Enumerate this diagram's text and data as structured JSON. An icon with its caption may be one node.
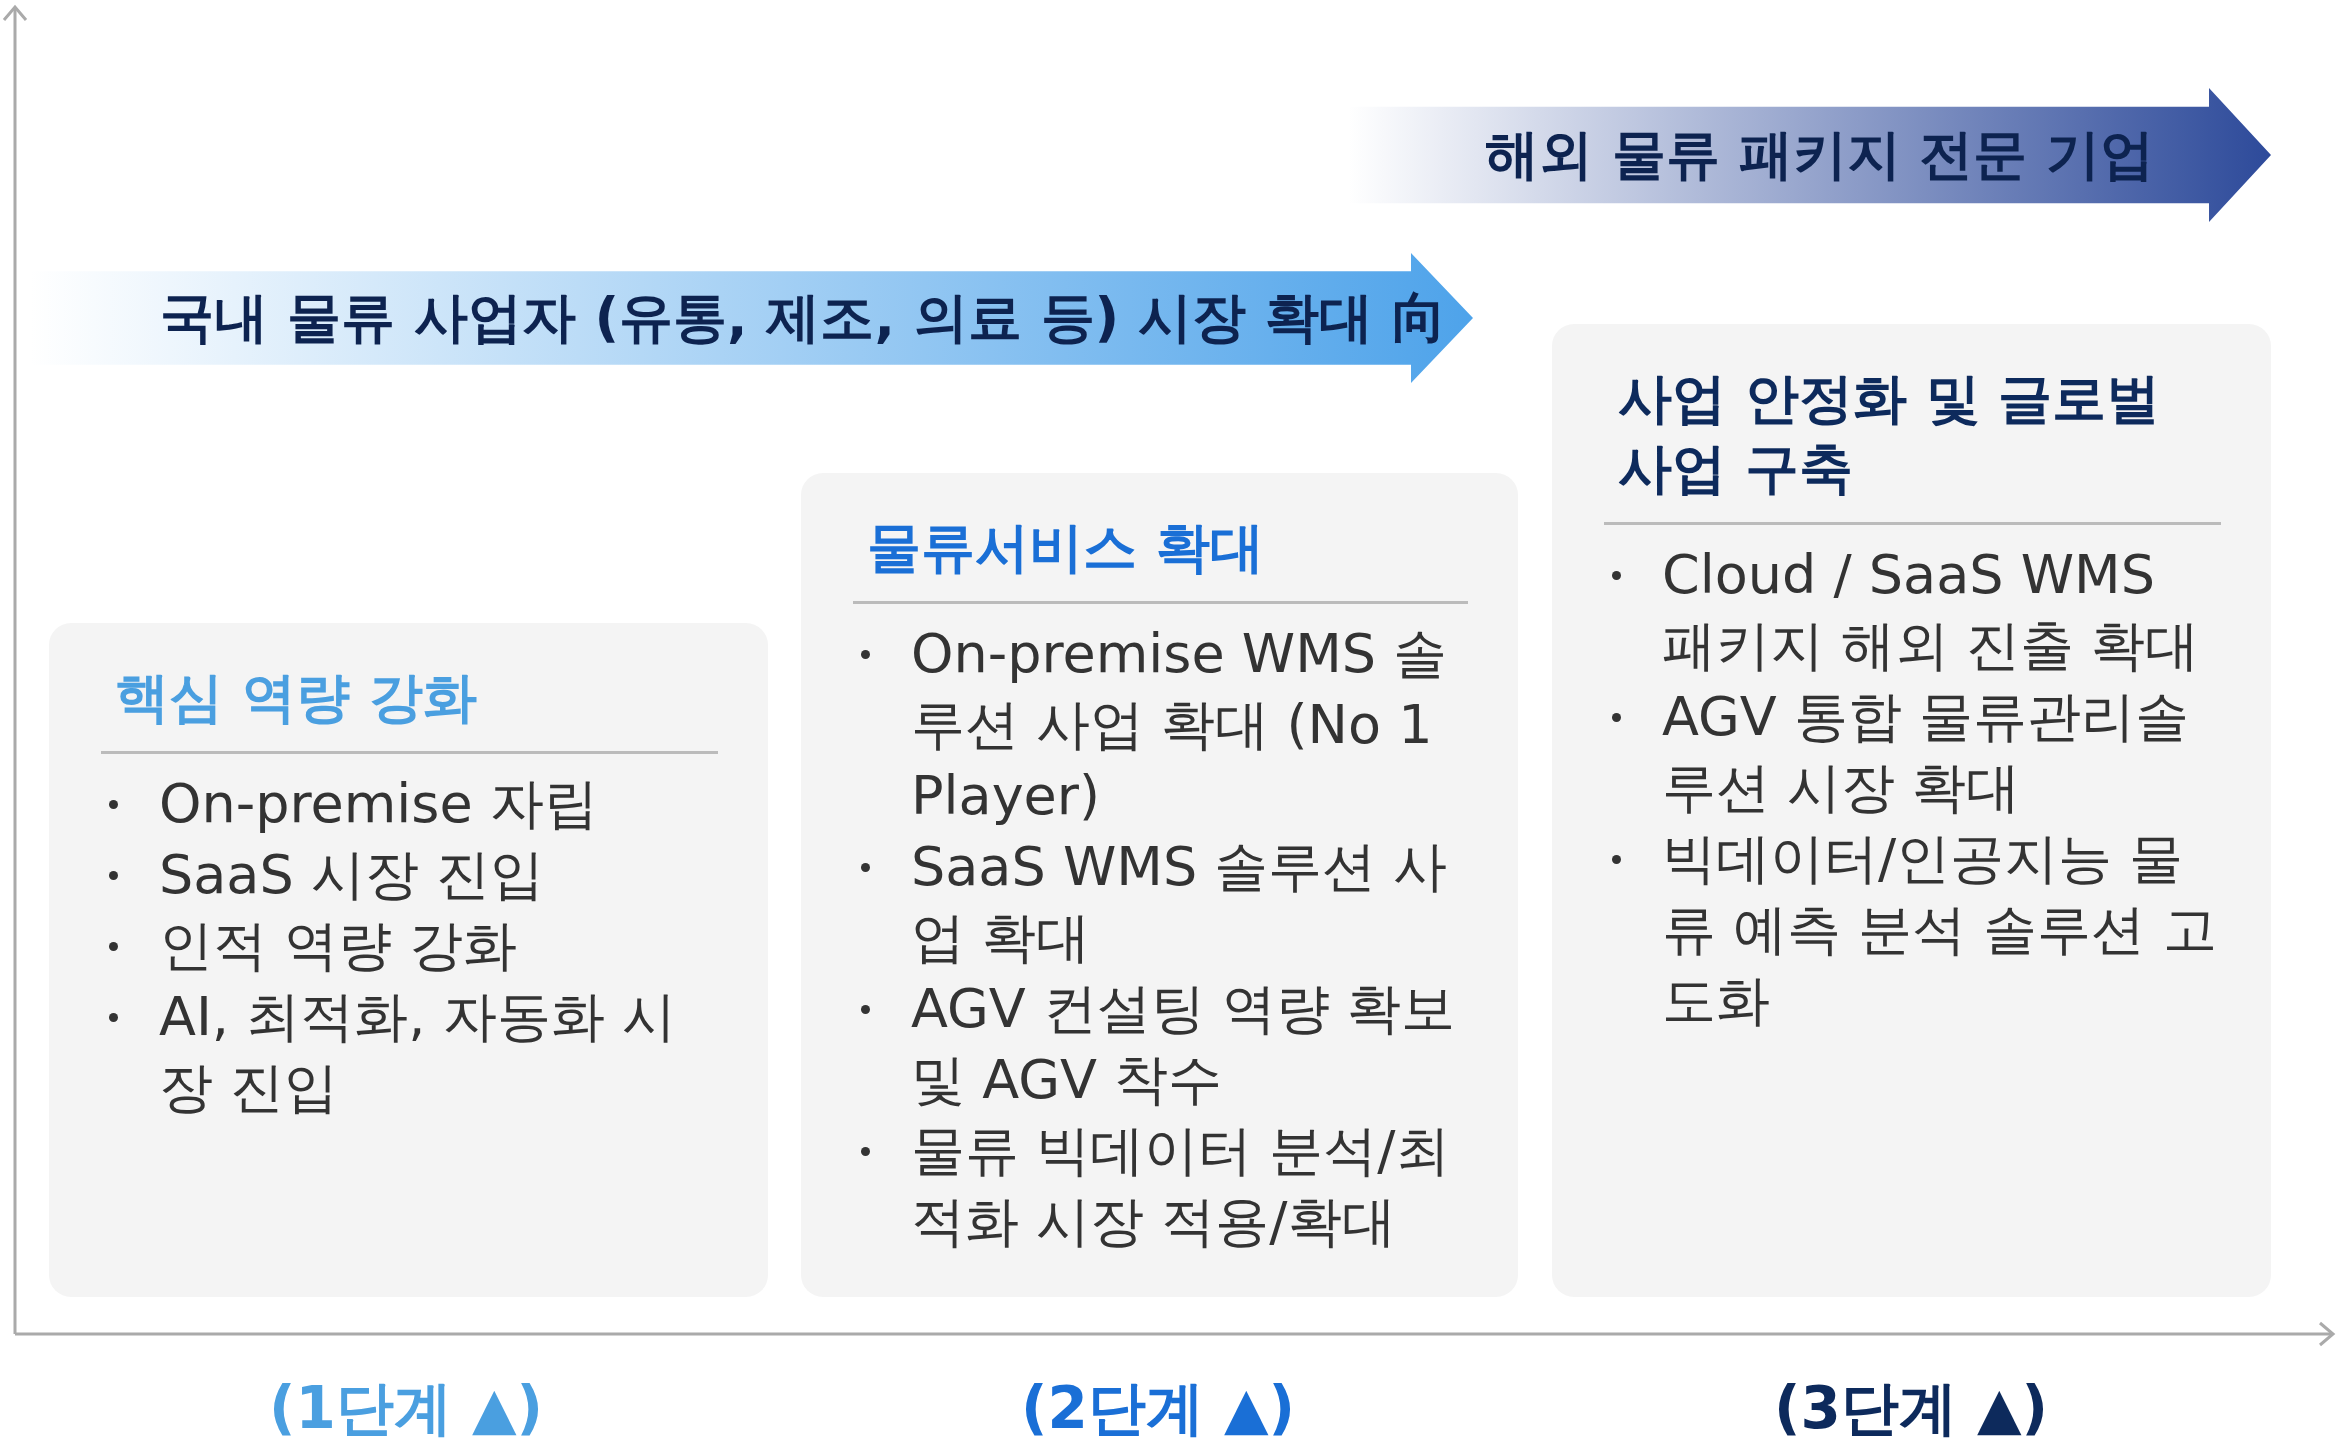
{
  "diagram": {
    "nodes": [
      {
        "text": [
          "국내 물류 사업자 (유통, 제조, 의료 등) 시장 확대 向"
        ]
      },
      {
        "text": [
          "해외 물류 패키지 전문 기업"
        ]
      },
      {
        "text": [
          "핵심 역량 강화",
          "On-premise 자립",
          "SaaS 시장 진입",
          "인적 역량 강화",
          "AI, 최적화, 자동화 시장 진입"
        ]
      },
      {
        "text": [
          "물류서비스 확대",
          "On-premise WMS 솔루션 사업 확대 (No 1 Player)",
          "SaaS WMS 솔루션 사업 확대",
          "AGV 컨설팅 역량 확보 및 AGV 착수",
          "물류 빅데이터 분석/최적화 시장 적용/확대"
        ]
      },
      {
        "text": [
          "사업 안정화 및 글로벌 사업 구축",
          "Cloud / SaaS WMS 패키지 해외 진출 확대",
          "AGV 통합 물류관리솔루션 시장 확대",
          "빅데이터/인공지능 물류 예측 분석 솔루션 고도화"
        ]
      }
    ],
    "edges": [],
    "labels": [
      "(1단계 ▲)",
      "(2단계 ▲)",
      "(3단계 ▲)"
    ]
  }
}
